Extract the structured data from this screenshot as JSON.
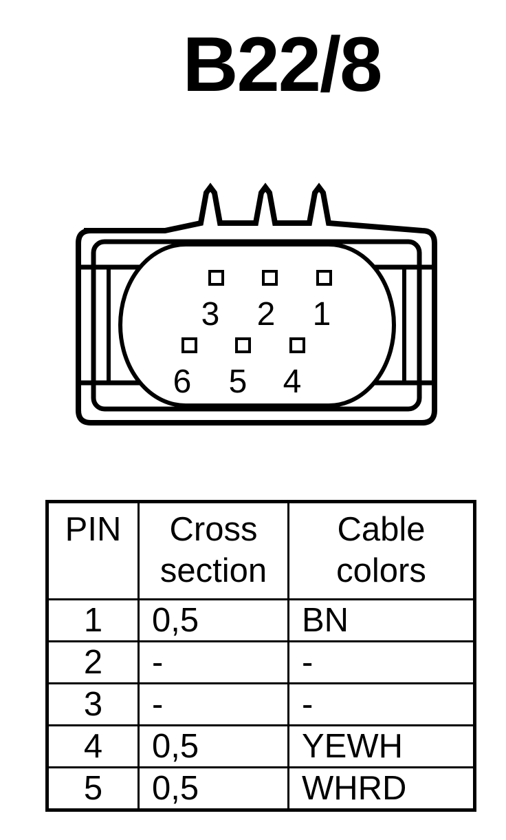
{
  "title": "B22/8",
  "connector": {
    "pins": [
      {
        "label": "3"
      },
      {
        "label": "2"
      },
      {
        "label": "1"
      },
      {
        "label": "6"
      },
      {
        "label": "5"
      },
      {
        "label": "4"
      }
    ]
  },
  "table": {
    "headers": {
      "pin": "PIN",
      "cross_line1": "Cross",
      "cross_line2": "section",
      "color_line1": "Cable",
      "color_line2": "colors"
    },
    "rows": [
      {
        "pin": "1",
        "cross": "0,5",
        "color": "BN"
      },
      {
        "pin": "2",
        "cross": "-",
        "color": "-"
      },
      {
        "pin": "3",
        "cross": "-",
        "color": "-"
      },
      {
        "pin": "4",
        "cross": "0,5",
        "color": "YEWH"
      },
      {
        "pin": "5",
        "cross": "0,5",
        "color": "WHRD"
      }
    ]
  }
}
